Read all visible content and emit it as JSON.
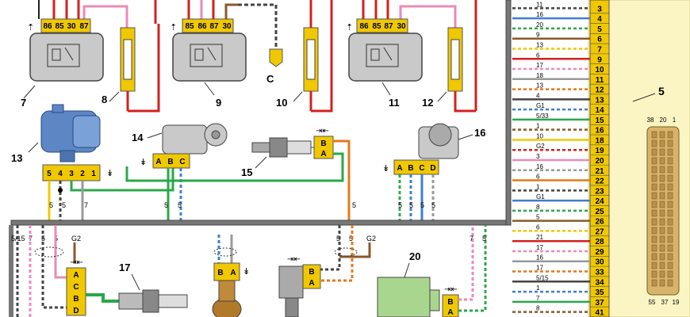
{
  "components": {
    "relay7": {
      "label": "7",
      "pins": [
        "86",
        "85",
        "30",
        "87"
      ]
    },
    "fuse8": {
      "label": "8"
    },
    "relay9": {
      "label": "9",
      "pins": [
        "85",
        "86",
        "87",
        "30"
      ]
    },
    "connC": {
      "label": "C"
    },
    "fuse10": {
      "label": "10"
    },
    "relay11": {
      "label": "11",
      "pins": [
        "86",
        "85",
        "87",
        "30"
      ]
    },
    "fuse12": {
      "label": "12"
    },
    "maf13": {
      "label": "13",
      "pins": [
        "5",
        "4",
        "3",
        "2",
        "1"
      ]
    },
    "tps14": {
      "label": "14",
      "pins": [
        "A",
        "B",
        "C"
      ]
    },
    "sensor15": {
      "label": "15",
      "pins": [
        "B",
        "A"
      ]
    },
    "sensor16": {
      "label": "16",
      "pins": [
        "A",
        "B",
        "C",
        "D"
      ]
    },
    "o2sensor17": {
      "label": "17",
      "pins": [
        "A",
        "C",
        "B",
        "D"
      ]
    },
    "sensor18": {
      "pins": [
        "B",
        "A"
      ]
    },
    "sensor19": {
      "pins": [
        "B",
        "A"
      ]
    },
    "coil20": {
      "label": "20",
      "pins": [
        "B",
        "A"
      ]
    },
    "ecu5": {
      "label": "5",
      "top_pins": [
        "38",
        "20",
        "1"
      ],
      "bottom_pins": [
        "55",
        "37",
        "19"
      ]
    }
  },
  "wire_labels": {
    "maf_bottom": [
      "5",
      "5",
      "7"
    ],
    "tps_bottom": [
      "5",
      "5"
    ],
    "sensor15_bottom": "5",
    "sensor16_bottom": [
      "5",
      "5",
      "5",
      "5"
    ],
    "lower_left": [
      "5/15",
      "7",
      "5",
      "5",
      "G2"
    ],
    "lower_mid": [
      "5",
      "5"
    ],
    "lower_mid2": [
      "5",
      "5",
      "G2"
    ],
    "lower_right": [
      "7",
      "5"
    ]
  },
  "connector_x1": {
    "left_labels": [
      "11",
      "16",
      "20",
      "9",
      "13",
      "6",
      "17",
      "18",
      "13",
      "4",
      "G1",
      "5/33",
      "1",
      "10",
      "G2",
      "3",
      "16",
      "6",
      "1",
      "G1",
      "8",
      "5",
      "6",
      "21",
      "17",
      "16",
      "17",
      "5/15",
      "1",
      "7",
      "8"
    ],
    "pins": [
      "3",
      "4",
      "5",
      "6",
      "7",
      "9",
      "10",
      "11",
      "12",
      "13",
      "14",
      "15",
      "16",
      "18",
      "19",
      "20",
      "21",
      "22",
      "23",
      "24",
      "25",
      "26",
      "27",
      "28",
      "29",
      "30",
      "33",
      "34",
      "35",
      "37",
      "41"
    ]
  },
  "colors": {
    "red": "#d42020",
    "pink": "#e98bb8",
    "yellow": "#f0c800",
    "green": "#2aa84a",
    "orange": "#e3791d",
    "blue": "#3f7fd0",
    "brown": "#8a5a2b",
    "harness": "#777777",
    "panel": "#fbf5c4"
  }
}
